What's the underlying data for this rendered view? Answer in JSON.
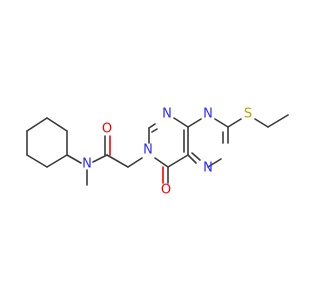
{
  "molecule": {
    "atoms": {
      "n_amide": "N",
      "o_amide": "O",
      "n_ring3": "N",
      "n_ring1": "N",
      "n_ring8": "N",
      "n_ring6": "N",
      "o_ketone": "O",
      "s_thio": "S"
    },
    "colors": {
      "bond": "#3a3a3a",
      "nitrogen": "#2b2bff",
      "oxygen": "#ff0000",
      "sulfur": "#b8a400"
    }
  }
}
